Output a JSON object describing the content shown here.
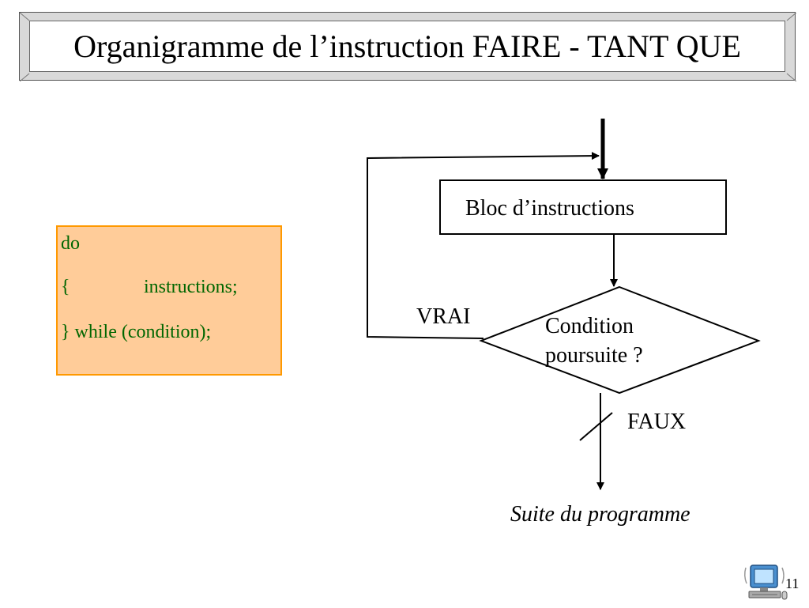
{
  "title": "Organigramme de l’instruction FAIRE - TANT QUE",
  "code": {
    "line1": "do",
    "line2_brace": "{",
    "line2_text": "instructions;",
    "line3": "} while (condition);"
  },
  "flowchart": {
    "block_label": "Bloc d’instructions",
    "condition_line1": "Condition",
    "condition_line2": "poursuite ?",
    "true_label": "VRAI",
    "false_label": "FAUX",
    "next_label": "Suite du programme"
  },
  "page_number": "11",
  "icons": [
    "computer-icon"
  ],
  "colors": {
    "code_background": "#ffcc99",
    "code_border": "#ff9900",
    "code_text": "#006600"
  }
}
